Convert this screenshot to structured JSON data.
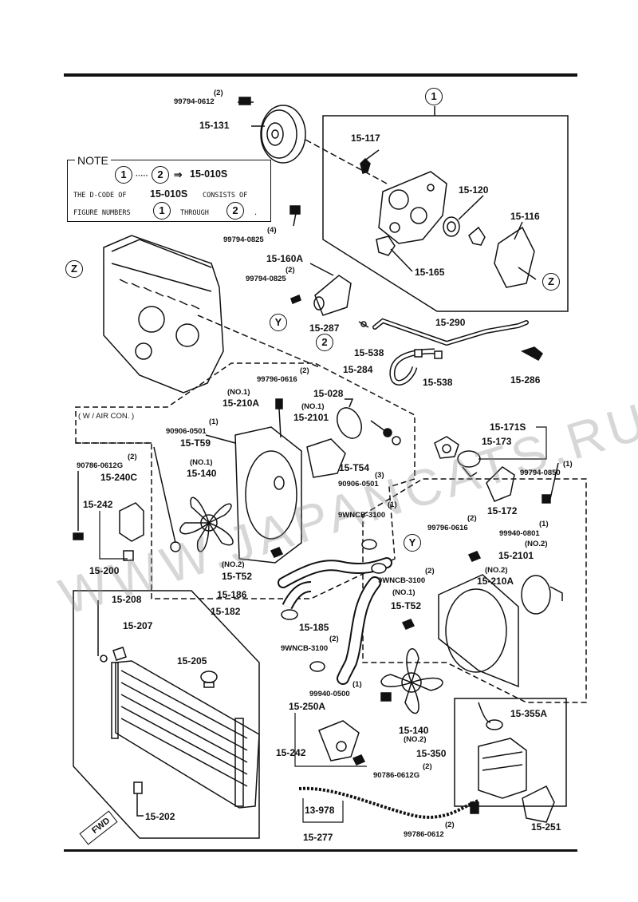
{
  "note": {
    "title": "NOTE",
    "ref_from": "1",
    "ref_to": "2",
    "arrow": "⇒",
    "code": "15-010S",
    "line2_pre": "THE D-CODE OF",
    "line2_code": "15-010S",
    "line2_post": "CONSISTS OF",
    "line3_pre": "FIGURE NUMBERS",
    "line3_from": "1",
    "line3_mid": "THROUGH",
    "line3_to": "2",
    "line3_end": "."
  },
  "callouts": {
    "c1": "1",
    "c2": "2",
    "y1": "Y",
    "y2": "Y",
    "z1": "Z",
    "z2": "Z"
  },
  "watermark": "WWW.JAPANCATS.RU",
  "fwd": "FWD",
  "labels": {
    "p15_131": "15-131",
    "p99794_0612": "99794-0612",
    "q2a": "(2)",
    "p15_117": "15-117",
    "p15_120": "15-120",
    "p15_116": "15-116",
    "p15_165": "15-165",
    "p99794_0825a": "99794-0825",
    "q4": "(4)",
    "p15_160A": "15-160A",
    "p99794_0825b": "99794-0825",
    "q2b": "(2)",
    "p15_287": "15-287",
    "p15_290": "15-290",
    "p15_538a": "15-538",
    "p15_284": "15-284",
    "p15_538b": "15-538",
    "p15_286": "15-286",
    "p99796_0616a": "99796-0616",
    "q2c": "(2)",
    "p15_028": "15-028",
    "no1a": "(NO.1)",
    "p15_210A": "15-210A",
    "no1b": "(NO.1)",
    "p15_2101": "15-2101",
    "w_air": "( W / AIR  CON. )",
    "p90906_0501a": "90906-0501",
    "q1a": "(1)",
    "p15_T59": "15-T59",
    "p15_T54": "15-T54",
    "q3": "(3)",
    "p90906_0501b": "90906-0501",
    "p15_171S": "15-171S",
    "p15_173": "15-173",
    "p90786_0612Ga": "90786-0612G",
    "q2d": "(2)",
    "p15_240C": "15-240C",
    "no1c": "(NO.1)",
    "p15_140a": "15-140",
    "p99794_0850": "99794-0850",
    "q1b": "(1)",
    "p15_242a": "15-242",
    "p15_172": "15-172",
    "p9WNCB_3100a": "9WNCB-3100",
    "q1c": "(1)",
    "p99796_0616b": "99796-0616",
    "q2e": "(2)",
    "p99940_0801": "99940-0801",
    "q1d": "(1)",
    "no2a": "(NO.2)",
    "p15_2101b": "15-2101",
    "p15_200": "15-200",
    "no2b": "(NO.2)",
    "p15_T52a": "15-T52",
    "p9WNCB_3100b": "9WNCB-3100",
    "q2f": "(2)",
    "no2c": "(NO.2)",
    "p15_210Ab": "15-210A",
    "p15_186": "15-186",
    "p15_208": "15-208",
    "p15_182": "15-182",
    "no1d": "(NO.1)",
    "p15_T52b": "15-T52",
    "p15_207": "15-207",
    "p15_185": "15-185",
    "p9WNCB_3100c": "9WNCB-3100",
    "q2g": "(2)",
    "p15_205": "15-205",
    "p99940_0500": "99940-0500",
    "q1e": "(1)",
    "p15_250A": "15-250A",
    "p15_355A": "15-355A",
    "p15_140b": "15-140",
    "no2d": "(NO.2)",
    "p15_242b": "15-242",
    "p15_350": "15-350",
    "p90786_0612Gb": "90786-0612G",
    "q2h": "(2)",
    "p15_202": "15-202",
    "p13_978": "13-978",
    "p99786_0612": "99786-0612",
    "q2i": "(2)",
    "p15_277": "15-277",
    "p15_251": "15-251"
  }
}
